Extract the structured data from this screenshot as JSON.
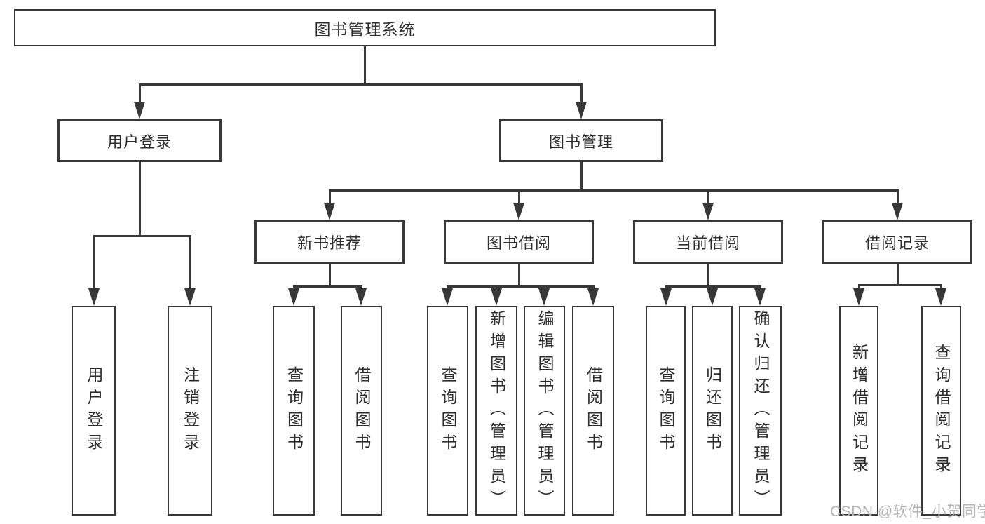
{
  "diagram": {
    "root": {
      "label": "图书管理系统"
    },
    "branches": [
      {
        "label": "用户登录",
        "children": [
          {
            "label": "用户登录"
          },
          {
            "label": "注销登录"
          }
        ]
      },
      {
        "label": "图书管理",
        "children": [
          {
            "label": "新书推荐",
            "children": [
              {
                "label": "查询图书"
              },
              {
                "label": "借阅图书"
              }
            ]
          },
          {
            "label": "图书借阅",
            "children": [
              {
                "label": "查询图书"
              },
              {
                "label": "新增图书（管理员）"
              },
              {
                "label": "编辑图书（管理员）"
              },
              {
                "label": "借阅图书"
              }
            ]
          },
          {
            "label": "当前借阅",
            "children": [
              {
                "label": "查询图书"
              },
              {
                "label": "归还图书"
              },
              {
                "label": "确认归还（管理员）"
              }
            ]
          },
          {
            "label": "借阅记录",
            "children": [
              {
                "label": "新增借阅记录"
              },
              {
                "label": "查询借阅记录"
              }
            ]
          }
        ]
      }
    ]
  },
  "watermark": {
    "text": "CSDN @软件_小贺同学"
  },
  "colors": {
    "line": "#383838",
    "text": "#2e2e2e",
    "watermark": "#b5b5b5",
    "background": "#ffffff"
  }
}
